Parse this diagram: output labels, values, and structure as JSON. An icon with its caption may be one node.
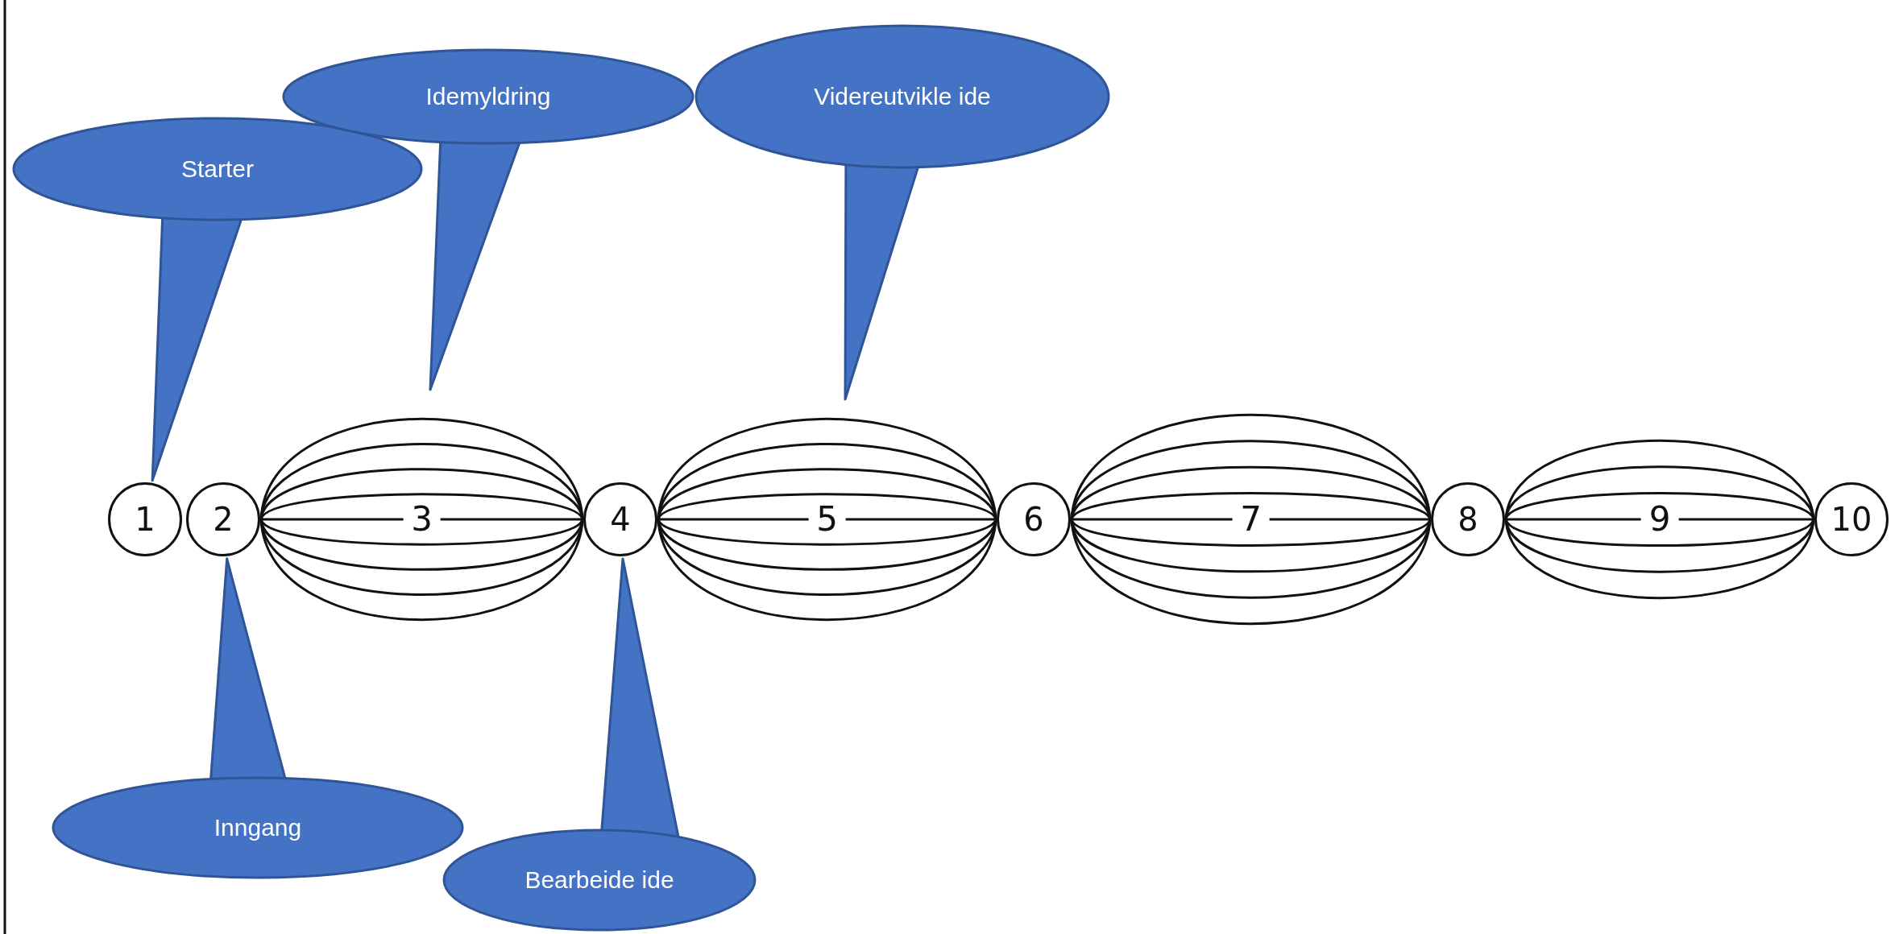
{
  "diagram": {
    "nodes": [
      {
        "text": [
          "Starter"
        ]
      },
      {
        "text": [
          "Idemyldring"
        ]
      },
      {
        "text": [
          "Videreutvikle ide"
        ]
      },
      {
        "text": [
          "1"
        ]
      },
      {
        "text": [
          "2"
        ]
      },
      {
        "text": [
          "4"
        ]
      },
      {
        "text": [
          "6"
        ]
      },
      {
        "text": [
          "8"
        ]
      },
      {
        "text": [
          "10"
        ]
      },
      {
        "text": [
          "Inngang"
        ]
      },
      {
        "text": [
          "Bearbeide ide"
        ]
      }
    ],
    "edges": [
      {
        "from": 0,
        "to": 3,
        "arrow": "to"
      },
      {
        "from": 1,
        "to": null,
        "arrow": "to"
      },
      {
        "from": 2,
        "to": null,
        "arrow": "to"
      },
      {
        "from": 9,
        "to": 4,
        "arrow": "to"
      },
      {
        "from": 10,
        "to": 5,
        "arrow": "to"
      },
      {
        "from": 4,
        "to": 5,
        "arrow": "none"
      },
      {
        "from": 4,
        "to": 5,
        "arrow": "none"
      },
      {
        "from": 4,
        "to": 5,
        "arrow": "none"
      },
      {
        "from": 4,
        "to": 5,
        "arrow": "none"
      },
      {
        "from": 4,
        "to": 5,
        "arrow": "none",
        "label": "3"
      },
      {
        "from": 4,
        "to": 5,
        "arrow": "none"
      },
      {
        "from": 4,
        "to": 5,
        "arrow": "none"
      },
      {
        "from": 4,
        "to": 5,
        "arrow": "none"
      },
      {
        "from": 4,
        "to": 5,
        "arrow": "none"
      },
      {
        "from": 5,
        "to": 6,
        "arrow": "none"
      },
      {
        "from": 5,
        "to": 6,
        "arrow": "none"
      },
      {
        "from": 5,
        "to": 6,
        "arrow": "none"
      },
      {
        "from": 5,
        "to": 6,
        "arrow": "none"
      },
      {
        "from": 5,
        "to": 6,
        "arrow": "none",
        "label": "5"
      },
      {
        "from": 5,
        "to": 6,
        "arrow": "none"
      },
      {
        "from": 5,
        "to": 6,
        "arrow": "none"
      },
      {
        "from": 5,
        "to": 6,
        "arrow": "none"
      },
      {
        "from": 5,
        "to": 6,
        "arrow": "none"
      },
      {
        "from": 6,
        "to": 7,
        "arrow": "none"
      },
      {
        "from": 6,
        "to": 7,
        "arrow": "none"
      },
      {
        "from": 6,
        "to": 7,
        "arrow": "none"
      },
      {
        "from": 6,
        "to": 7,
        "arrow": "none"
      },
      {
        "from": 6,
        "to": 7,
        "arrow": "none",
        "label": "7"
      },
      {
        "from": 6,
        "to": 7,
        "arrow": "none"
      },
      {
        "from": 6,
        "to": 7,
        "arrow": "none"
      },
      {
        "from": 6,
        "to": 7,
        "arrow": "none"
      },
      {
        "from": 6,
        "to": 7,
        "arrow": "none"
      },
      {
        "from": 7,
        "to": 8,
        "arrow": "none"
      },
      {
        "from": 7,
        "to": 8,
        "arrow": "none"
      },
      {
        "from": 7,
        "to": 8,
        "arrow": "none"
      },
      {
        "from": 7,
        "to": 8,
        "arrow": "none",
        "label": "9"
      },
      {
        "from": 7,
        "to": 8,
        "arrow": "none"
      },
      {
        "from": 7,
        "to": 8,
        "arrow": "none"
      },
      {
        "from": 7,
        "to": 8,
        "arrow": "none"
      }
    ]
  }
}
